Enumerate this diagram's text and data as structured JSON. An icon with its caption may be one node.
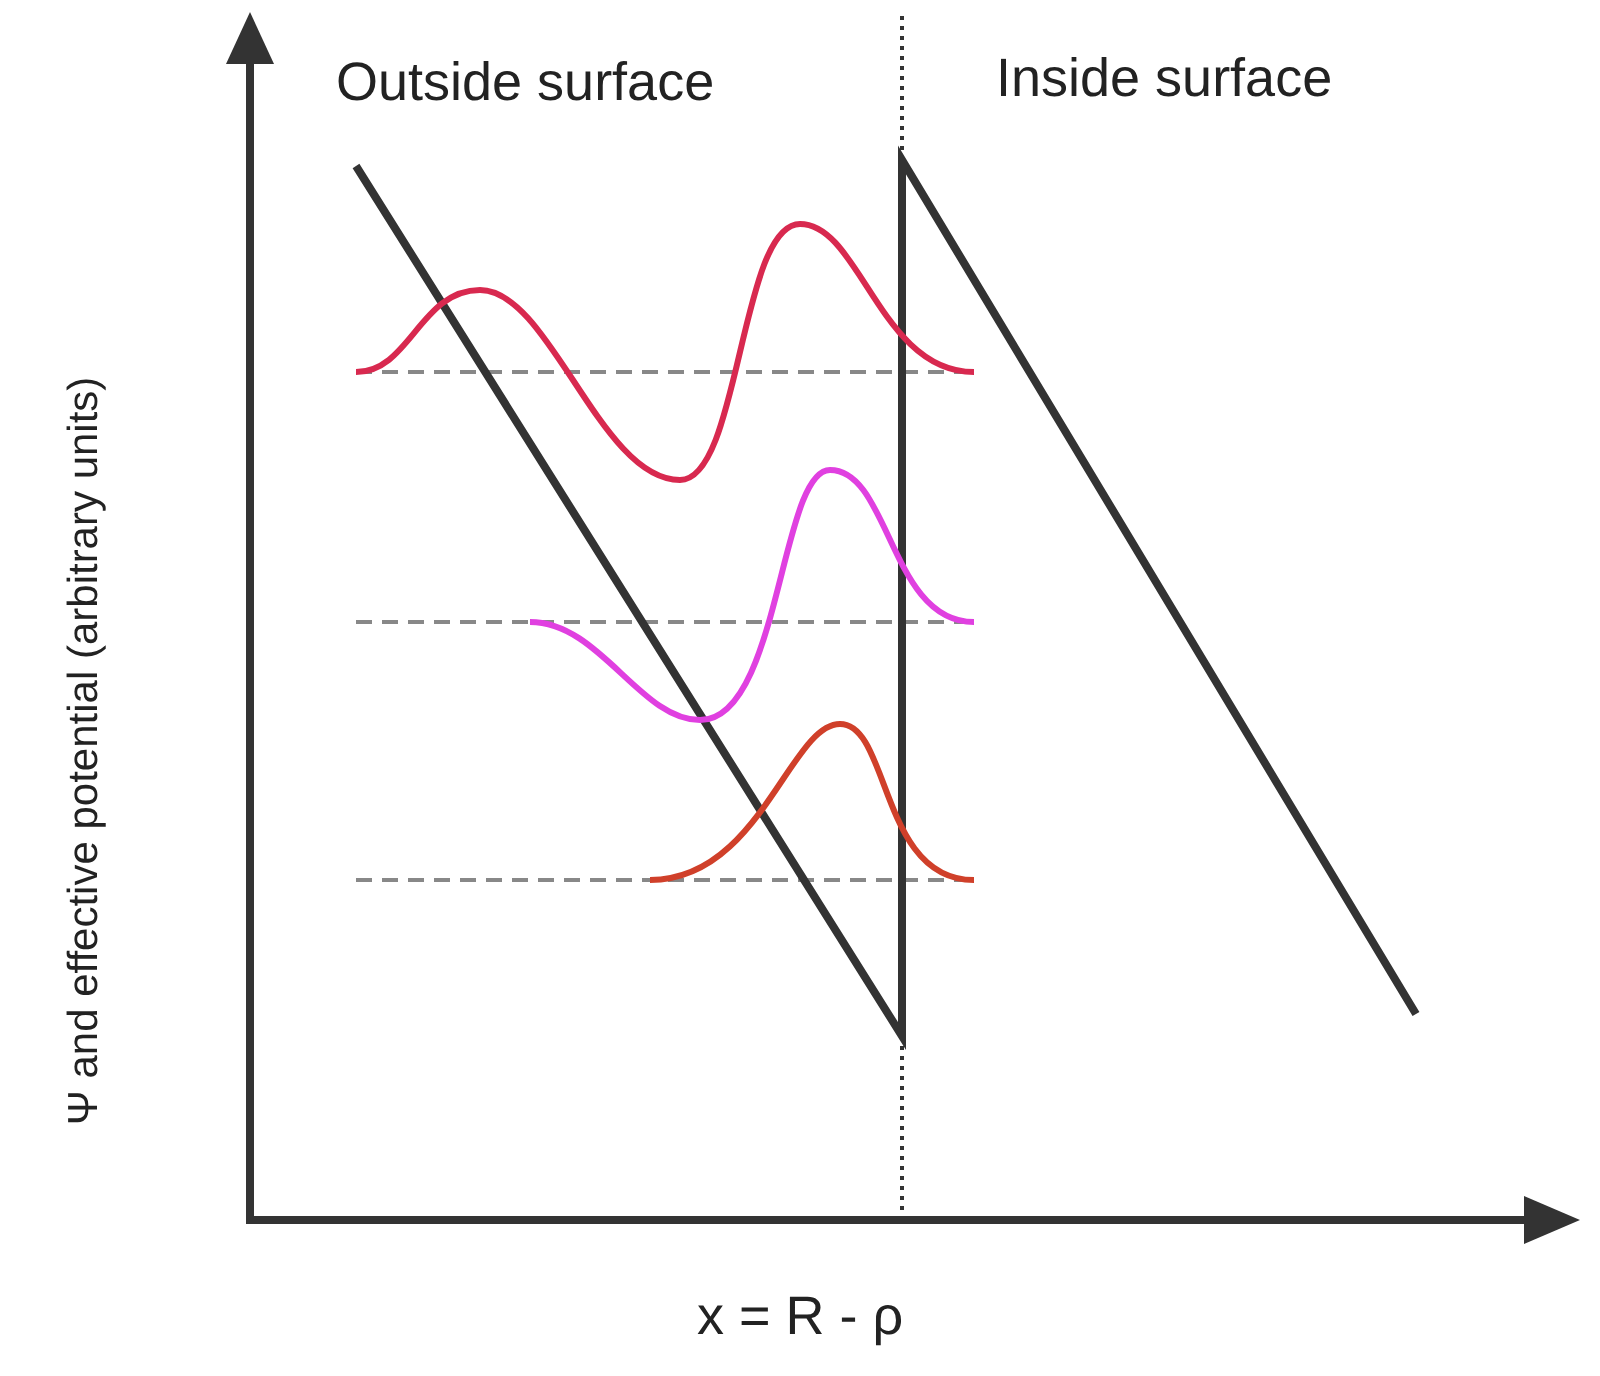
{
  "diagram": {
    "labels": [
      "Outside surface",
      "Inside surface",
      "Ψ and effective potential (arbitrary units)",
      "x = R - ρ"
    ]
  }
}
